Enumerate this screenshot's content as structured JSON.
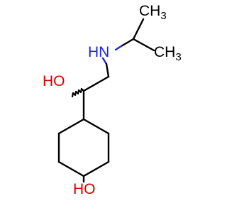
{
  "molecule": {
    "atoms": {
      "methyl_top": {
        "symbol": "CH",
        "subscript": "3",
        "color": "#000000"
      },
      "methyl_right": {
        "symbol": "CH",
        "subscript": "3",
        "color": "#000000"
      },
      "amine": {
        "symbol": "HN",
        "color": "#1f27d6"
      },
      "hydroxyl_side": {
        "symbol": "HO",
        "color": "#d80000"
      },
      "hydroxyl_bottom": {
        "symbol": "HO",
        "color": "#d80000"
      }
    },
    "colors": {
      "carbon": "#000000",
      "nitrogen": "#1f27d6",
      "oxygen": "#d80000",
      "background": "#ffffff"
    }
  }
}
